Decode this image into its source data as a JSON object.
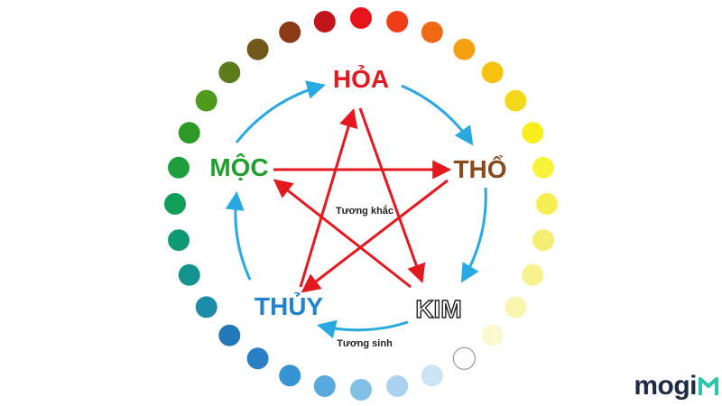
{
  "elements": {
    "hoa": {
      "label": "HỎA",
      "color": "#e4181f"
    },
    "tho": {
      "label": "THỔ",
      "color": "#8a4a1c"
    },
    "kim": {
      "label": "KIM",
      "color": "#ffffff",
      "stroke": "#222222"
    },
    "thuy": {
      "label": "THỦY",
      "color": "#1f84d0"
    },
    "moc": {
      "label": "MỘC",
      "color": "#1fa02d"
    }
  },
  "cycle_labels": {
    "destruction": "Tương khắc",
    "generation": "Tương sinh"
  },
  "colors": {
    "generation_arrow": "#29a9e1",
    "destruction_arrow": "#e4181f"
  },
  "color_wheel": [
    "#e8141b",
    "#ee3d17",
    "#f06a13",
    "#f4a010",
    "#f7c20e",
    "#f4d91a",
    "#f8ee1d",
    "#f9f33a",
    "#f5ef54",
    "#f4ee72",
    "#f6f28f",
    "#f9f6b0",
    "#fbf9cf",
    "#ffffff",
    "#cbe4f4",
    "#a9d3ee",
    "#82bfe6",
    "#58a9dd",
    "#3793d2",
    "#2a7fc5",
    "#2379b7",
    "#1d8ca8",
    "#14938c",
    "#0f9874",
    "#129d5b",
    "#1f9e3d",
    "#2e9a26",
    "#509a1e",
    "#5c7b1a",
    "#70591a",
    "#8a3a17",
    "#c0151a"
  ],
  "brand": {
    "name": "mogi",
    "color": "#1f2a44",
    "accent": "#2bc5a9"
  }
}
